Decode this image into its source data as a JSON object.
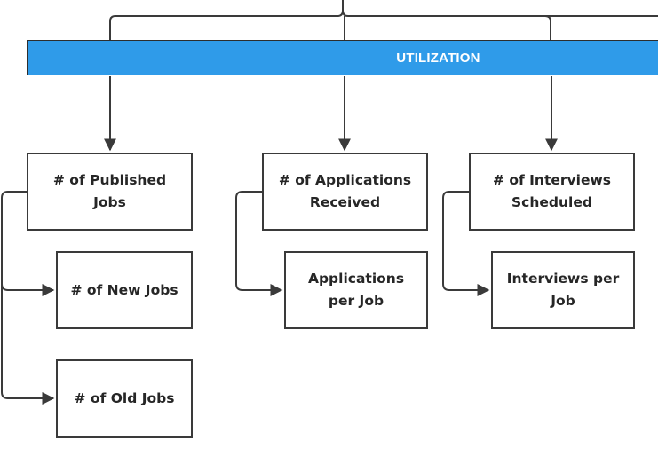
{
  "diagram": {
    "banner": {
      "label": "UTILIZATION",
      "color": "#2f9be9"
    },
    "nodes": {
      "published_jobs": "# of Published Jobs",
      "new_jobs": "# of New Jobs",
      "old_jobs": "# of Old Jobs",
      "applications_received": "# of Applications Received",
      "applications_per_job": "Applications per Job",
      "interviews_scheduled": "# of Interviews Scheduled",
      "interviews_per_job": "Interviews per Job"
    },
    "line_color": "#3a3a3a"
  }
}
